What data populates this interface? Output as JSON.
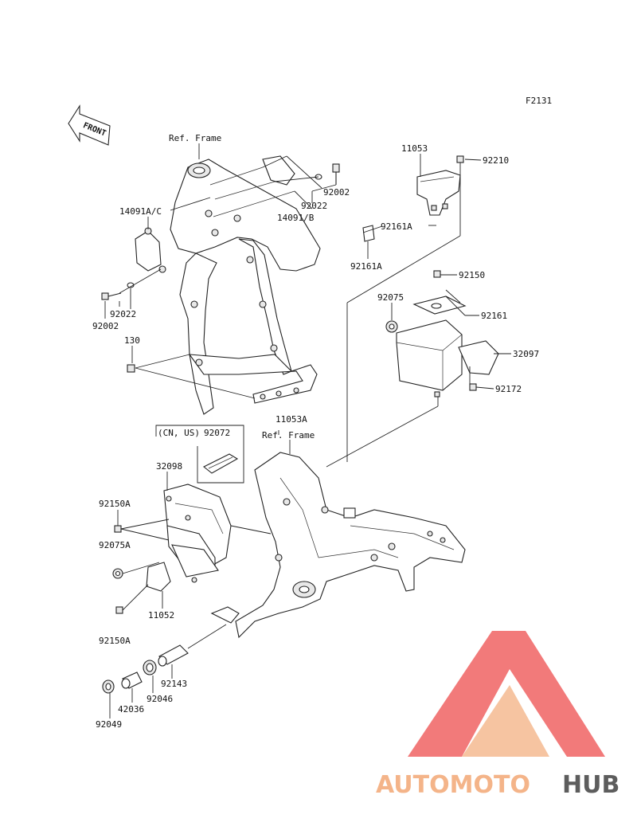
{
  "figure_code": "F2131",
  "front_arrow": {
    "label": "FRONT",
    "icon": "front-arrow-icon"
  },
  "ref_frames": [
    "Ref. Frame",
    "Ref. Frame"
  ],
  "region_note": "(CN, US)",
  "part_labels": {
    "p14091ac": "14091A/C",
    "p14091b": "14091/B",
    "p92002a": "92002",
    "p92022a": "92022",
    "p92022b": "92022",
    "p92002b": "92002",
    "p130": "130",
    "p11053": "11053",
    "p92210": "92210",
    "p92161Aa": "92161A",
    "p92161Ab": "92161A",
    "p92150": "92150",
    "p92075": "92075",
    "p92161": "92161",
    "p32097": "32097",
    "p92172": "92172",
    "p11053A": "11053A",
    "p92072": "92072",
    "p32098": "32098",
    "p92150Aa": "92150A",
    "p92075A": "92075A",
    "p11052": "11052",
    "p92150Ab": "92150A",
    "p92143": "92143",
    "p92046": "92046",
    "p42036": "42036",
    "p92049": "92049"
  },
  "watermark": {
    "brand_part1": "AUTOMOTO",
    "brand_part2": "HUB",
    "color_light": "#f4b183",
    "color_red": "#ef5a5a",
    "color_dark": "#555555"
  }
}
